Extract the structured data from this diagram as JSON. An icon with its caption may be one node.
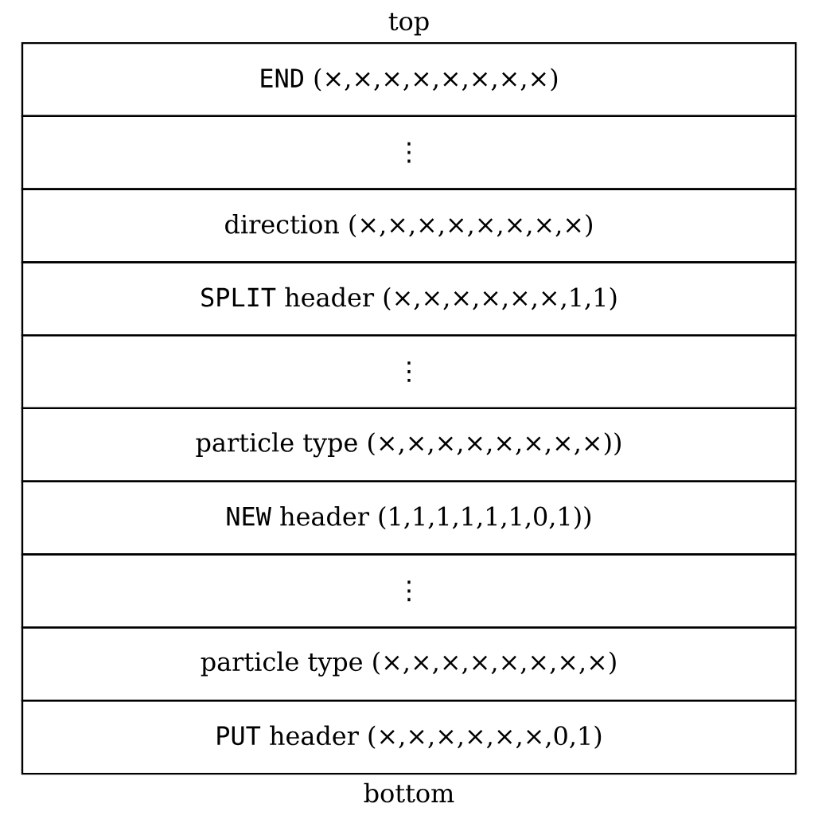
{
  "diagram": {
    "nodes": [
      {
        "text": [
          "END",
          "(×,×,×,×,×,×,×,×)"
        ],
        "beside": [
          "top"
        ]
      },
      {
        "text": [
          "⋮"
        ]
      },
      {
        "text": [
          "direction (×,×,×,×,×,×,×,×)"
        ]
      },
      {
        "text": [
          "SPLIT",
          "header (×,×,×,×,×,×,1,1)"
        ]
      },
      {
        "text": [
          "⋮"
        ]
      },
      {
        "text": [
          "particle type (×,×,×,×,×,×,×,×))"
        ]
      },
      {
        "text": [
          "NEW",
          "header (1,1,1,1,1,1,0,1))"
        ]
      },
      {
        "text": [
          "⋮"
        ]
      },
      {
        "text": [
          "particle type (×,×,×,×,×,×,×,×)"
        ]
      },
      {
        "text": [
          "PUT",
          "header (×,×,×,×,×,×,0,1)"
        ],
        "beside": [
          "bottom"
        ]
      }
    ]
  }
}
